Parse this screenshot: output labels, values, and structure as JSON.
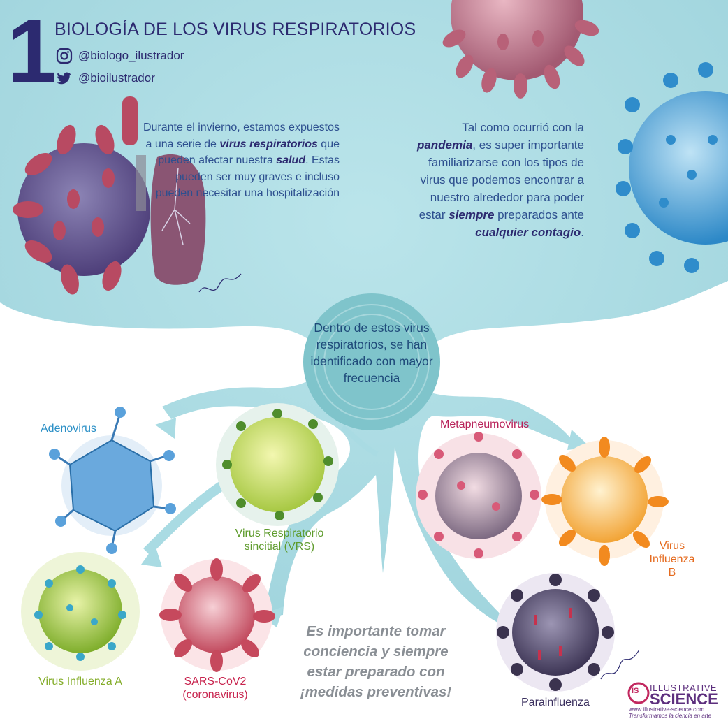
{
  "header": {
    "number": "1",
    "title": "BIOLOGÍA DE LOS VIRUS RESPIRATORIOS",
    "instagram_handle": "@biologo_ilustrador",
    "twitter_handle": "@bioilustrador"
  },
  "intro_left": {
    "part1": "Durante el invierno, estamos expuestos a una serie de ",
    "em1": "virus respiratorios",
    "part2": " que pueden afectar nuestra ",
    "em2": "salud",
    "part3": ". Estas pueden ser muy graves e incluso pueden necesitar una hospitalización"
  },
  "intro_right": {
    "part1": "Tal como ocurrió con la ",
    "em1": "pandemia",
    "part2": ", es super importante familiarizarse con los tipos de virus que podemos encontrar a nuestro alrededor para poder estar ",
    "em2": "siempre",
    "part3": " preparados ante ",
    "em3": "cualquier contagio",
    "part4": "."
  },
  "center": {
    "text": "Dentro de estos virus respiratorios, se han identificado con mayor frecuencia"
  },
  "viruses": {
    "adenovirus": {
      "label": "Adenovirus",
      "color": "#2a8fc6"
    },
    "vrs": {
      "label": "Virus Respiratorio sincitial (VRS)",
      "color": "#5e9b2c"
    },
    "metapneumovirus": {
      "label": "Metapneumovirus",
      "color": "#b8235a"
    },
    "influenza_b": {
      "label": "Virus Influenza B",
      "color": "#e56b1f"
    },
    "influenza_a": {
      "label": "Virus Influenza A",
      "color": "#84ad2a"
    },
    "sarscov2": {
      "label": "SARS-CoV2 (coronavirus)",
      "color": "#c8244e"
    },
    "parainfluenza": {
      "label": "Parainfluenza",
      "color": "#3a2f5e"
    }
  },
  "footer_note": "Es importante tomar conciencia y siempre estar preparado con ¡medidas preventivas!",
  "brand": {
    "logo_text": "IS",
    "name_top": "ILLUSTRATIVE",
    "name_bottom": "SCIENCE",
    "url": "www.illustrative-science.com",
    "tagline": "Transformamos la ciencia en arte"
  },
  "colors": {
    "cloud": "#a9dbe3",
    "dark_blue": "#2c2a70",
    "text_blue": "#2d4f8f",
    "teal": "#5fb6be"
  }
}
